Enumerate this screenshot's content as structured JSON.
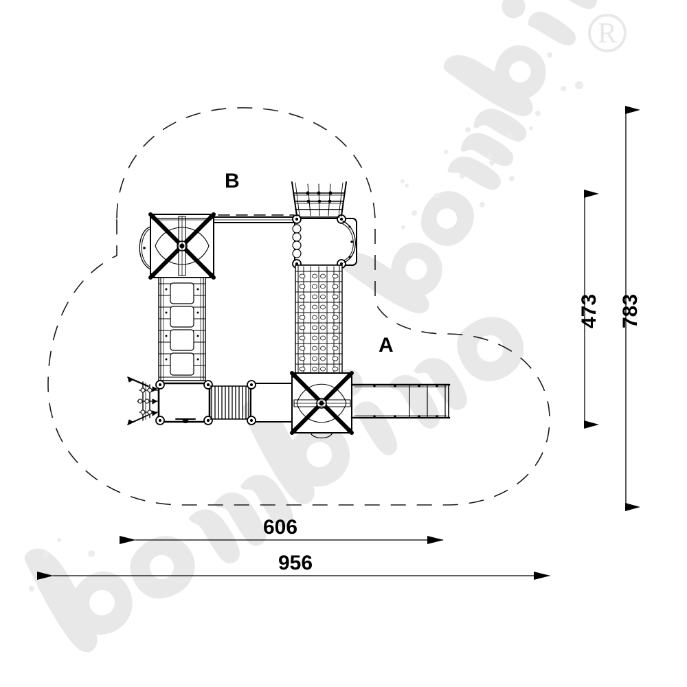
{
  "drawing": {
    "type": "playground-equipment-plan-view",
    "background_color": "#ffffff",
    "line_color": "#000000",
    "watermark_color": "#e8e8e8"
  },
  "labels": {
    "zone_b": "B",
    "zone_a": "A"
  },
  "dimensions": {
    "vertical": [
      {
        "id": "d473",
        "value": "473",
        "unit_implied": "cm",
        "orientation": "vertical"
      },
      {
        "id": "d783",
        "value": "783",
        "unit_implied": "cm",
        "orientation": "vertical"
      }
    ],
    "horizontal": [
      {
        "id": "d606",
        "value": "606",
        "unit_implied": "cm",
        "orientation": "horizontal"
      },
      {
        "id": "d956",
        "value": "956",
        "unit_implied": "cm",
        "orientation": "horizontal"
      }
    ]
  },
  "watermark": {
    "brand": "bambino",
    "registered_mark": "R"
  }
}
